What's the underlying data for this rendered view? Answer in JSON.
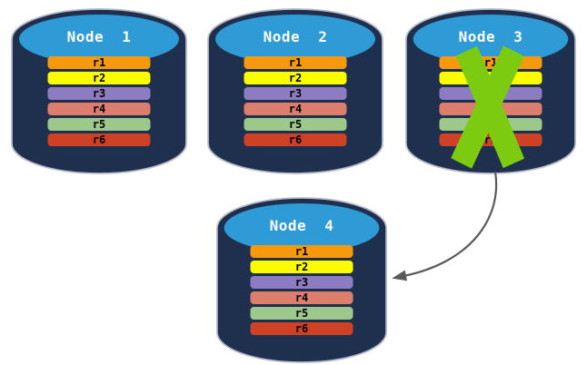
{
  "diagram": {
    "nodes": [
      {
        "label": "Node 1",
        "status": "healthy",
        "records": [
          "r1",
          "r2",
          "r3",
          "r4",
          "r5",
          "r6"
        ]
      },
      {
        "label": "Node 2",
        "status": "healthy",
        "records": [
          "r1",
          "r2",
          "r3",
          "r4",
          "r5",
          "r6"
        ]
      },
      {
        "label": "Node 3",
        "status": "failed",
        "records": [
          "r1",
          "r2",
          "r3",
          "r4",
          "r5",
          "r6"
        ]
      },
      {
        "label": "Node 4",
        "status": "healthy",
        "records": [
          "r1",
          "r2",
          "r3",
          "r4",
          "r5",
          "r6"
        ]
      }
    ],
    "record_colors": {
      "r1": "#F6990D",
      "r2": "#FCFC00",
      "r3": "#8D7CC1",
      "r4": "#DC7E6B",
      "r5": "#9CC98B",
      "r6": "#CF4125"
    },
    "colors": {
      "cylinder_body": "#1F2F4E",
      "cylinder_edge": "#B8BBCA",
      "cylinder_top": "#2E9AD6",
      "failure_x": "#7CCB10",
      "arrow": "#5A5A5A",
      "title_text": "#FFFFFF",
      "record_text": "#000000",
      "background": "#FFFFFF"
    },
    "arrow": {
      "from": "Node 3",
      "to": "Node 4"
    }
  }
}
